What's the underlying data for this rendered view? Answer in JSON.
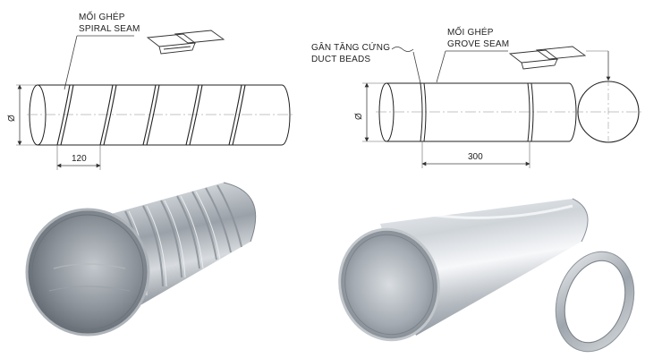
{
  "left_drawing": {
    "seam_label_vi": "MỐI GHÉP",
    "seam_label_en": "SPIRAL SEAM",
    "diameter_symbol": "Ø",
    "pitch_dimension": "120"
  },
  "right_drawing": {
    "bead_label_vi": "GÂN TĂNG CỨNG",
    "bead_label_en": "DUCT BEADS",
    "seam_label_vi": "MỐI GHÉP",
    "seam_label_en": "GROVE SEAM",
    "diameter_symbol": "Ø",
    "length_dimension": "300"
  }
}
